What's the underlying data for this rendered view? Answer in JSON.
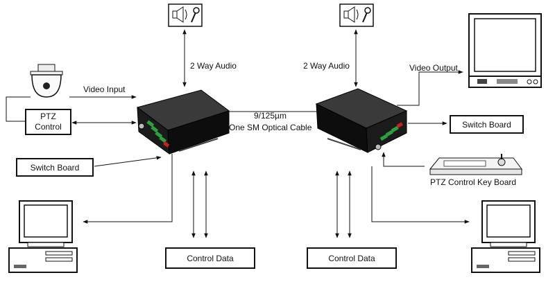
{
  "labels": {
    "audio_left": "2 Way Audio",
    "audio_right": "2 Way Audio",
    "video_input": "Video Input",
    "video_output": "Video Output",
    "cable_spec": "9/125µm",
    "cable_type": "One SM Optical Cable",
    "ptz_keyboard": "PTZ Control Key Board"
  },
  "boxes": {
    "ptz_control_line1": "PTZ",
    "ptz_control_line2": "Control",
    "switch_board_left": "Switch Board",
    "switch_board_right": "Switch Board",
    "control_data_left": "Control Data",
    "control_data_right": "Control Data"
  },
  "icons": {
    "left_audio": "speaker-microphone-icon",
    "right_audio": "speaker-microphone-icon",
    "camera": "ptz-dome-camera-icon",
    "monitor": "video-monitor-icon",
    "keyboard": "ptz-control-keyboard-icon",
    "left_pc": "desktop-computer-icon",
    "right_pc": "desktop-computer-icon",
    "transmitter": "fiber-transmitter-icon",
    "receiver": "fiber-receiver-icon"
  },
  "colors": {
    "line": "#111111",
    "device_body": "#1b1b1b",
    "terminal_green": "#2e9e3e",
    "terminal_red": "#c82020"
  }
}
